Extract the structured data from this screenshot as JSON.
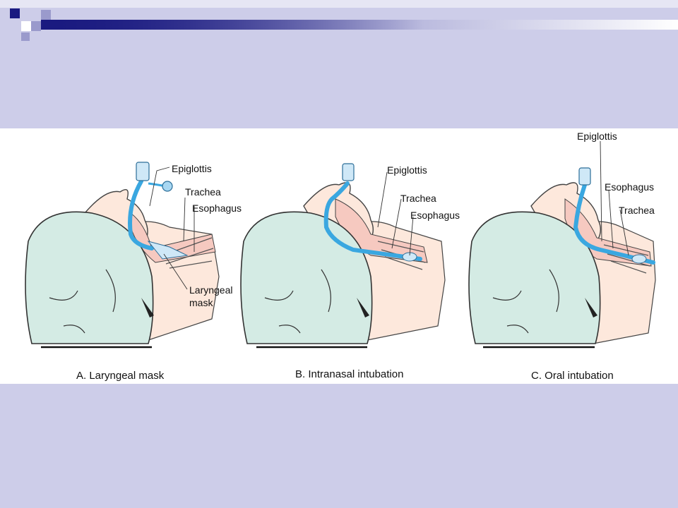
{
  "slide": {
    "background_color": "#cdcde9",
    "accent_color": "#1a1a80"
  },
  "figure": {
    "panels": [
      {
        "caption": "A. Laryngeal mask",
        "labels": {
          "epiglottis": "Epiglottis",
          "trachea": "Trachea",
          "esophagus": "Esophagus",
          "device_line1": "Laryngeal",
          "device_line2": "mask"
        }
      },
      {
        "caption": "B. Intranasal intubation",
        "labels": {
          "epiglottis": "Epiglottis",
          "trachea": "Trachea",
          "esophagus": "Esophagus"
        }
      },
      {
        "caption": "C. Oral intubation",
        "labels": {
          "epiglottis": "Epiglottis",
          "esophagus": "Esophagus",
          "trachea": "Trachea"
        }
      }
    ],
    "colors": {
      "cap": "#d4ebe4",
      "skin": "#fde8dc",
      "airway": "#f6c9c0",
      "tube": "#3aa7e0",
      "outline": "#333333"
    }
  }
}
